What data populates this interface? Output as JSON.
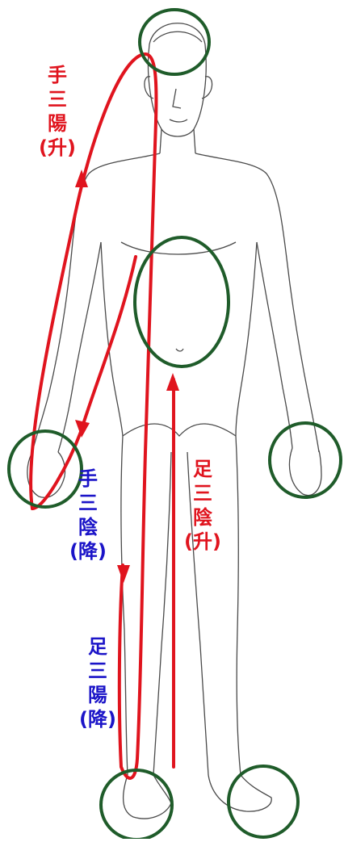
{
  "colors": {
    "outline": "#4a4a4a",
    "yang_path": "#e0141e",
    "yin_label": "#1b14c8",
    "yang_label": "#e0141e",
    "circle": "#1f5c2a"
  },
  "labels": {
    "hand_three_yang": [
      "手",
      "三",
      "陽",
      "(升)"
    ],
    "hand_three_yin": [
      "手",
      "三",
      "陰",
      "(降)"
    ],
    "foot_three_yin": [
      "足",
      "三",
      "陰",
      "(升)"
    ],
    "foot_three_yang": [
      "足",
      "三",
      "陽",
      "(降)"
    ]
  }
}
